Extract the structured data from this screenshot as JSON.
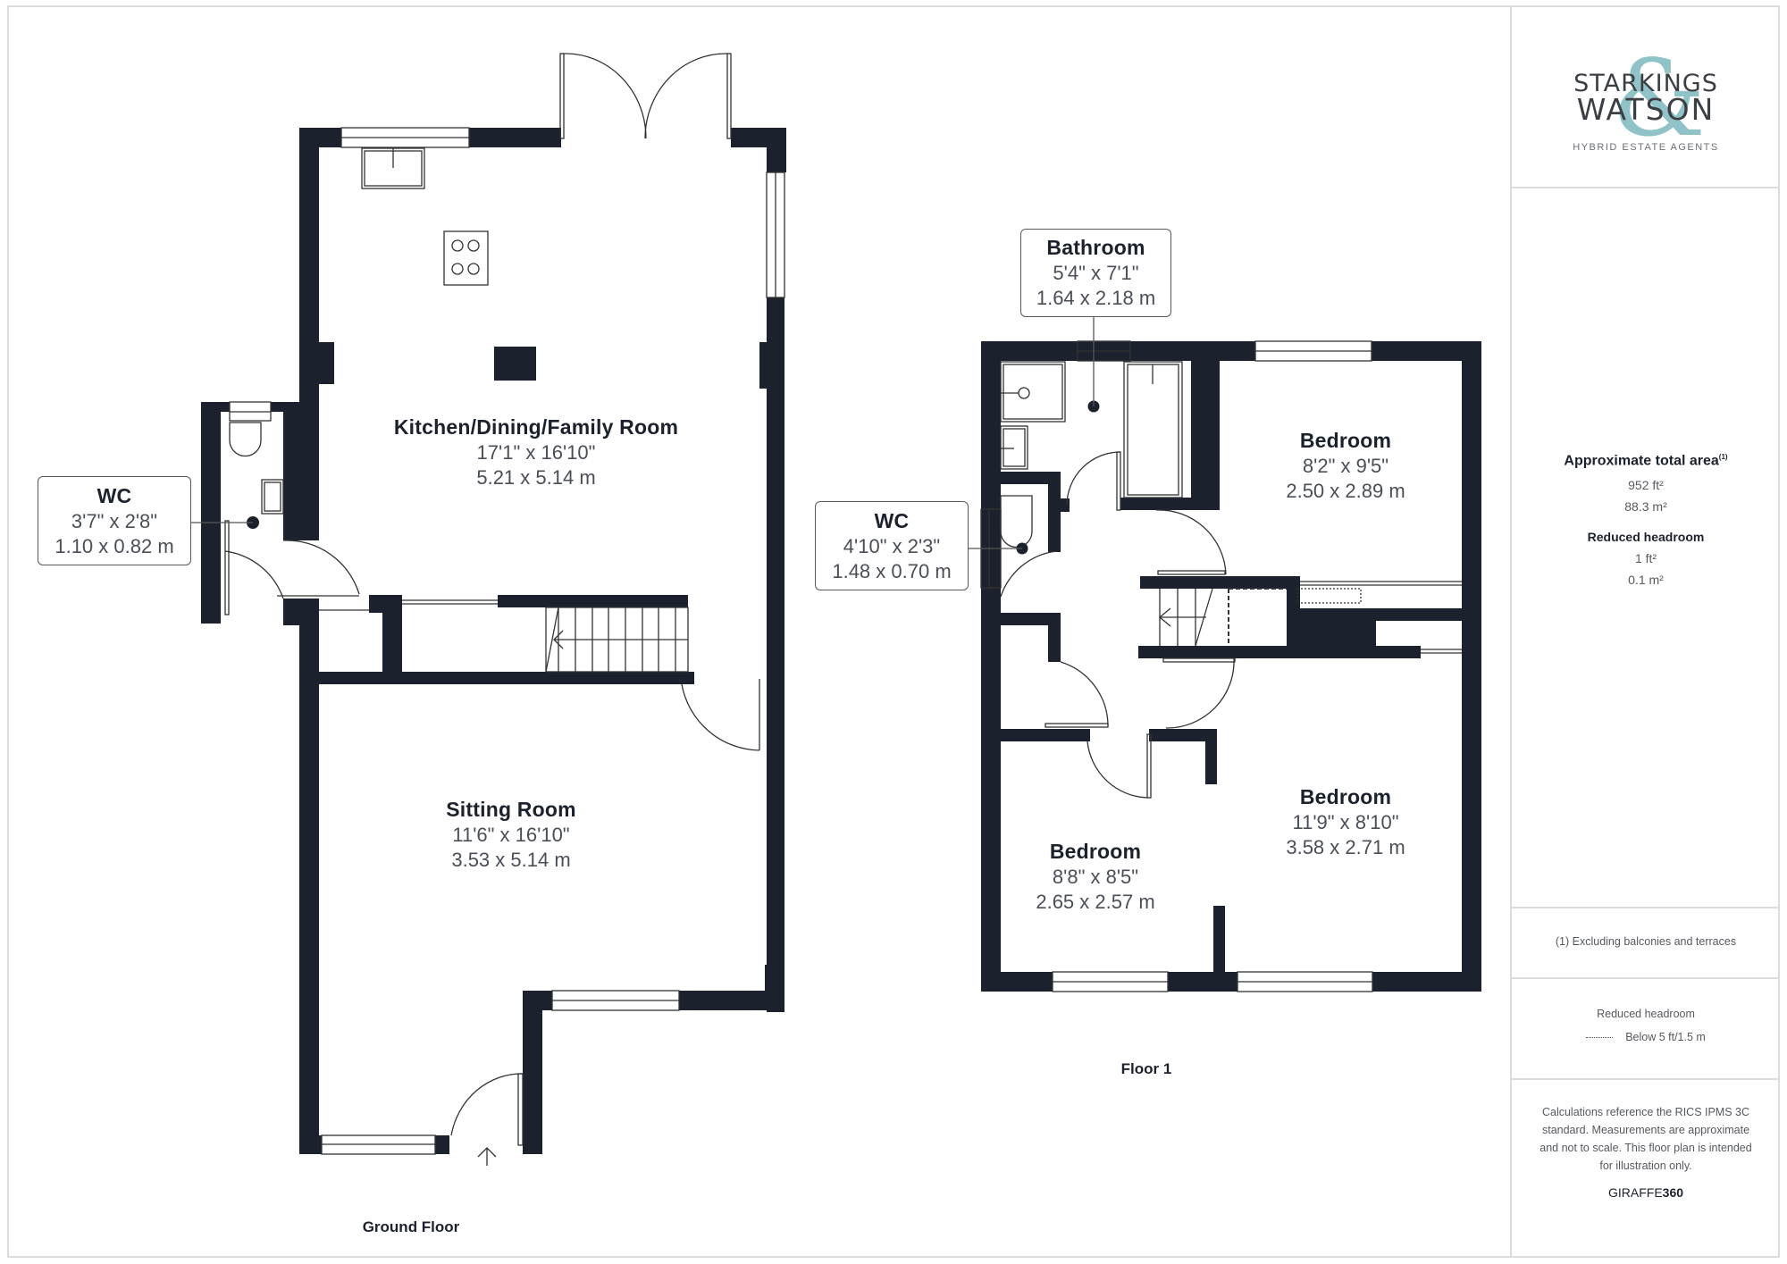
{
  "colors": {
    "wall": "#1b222d",
    "logo_amp": "#8fc3c7",
    "text_dim": "#4a4f57",
    "border": "#dcdcdc"
  },
  "ground_floor": {
    "title": "Ground Floor",
    "rooms": [
      {
        "name": "Kitchen/Dining/Family Room",
        "imperial": "17'1\" x 16'10\"",
        "metric": "5.21 x 5.14 m"
      },
      {
        "name": "Sitting Room",
        "imperial": "11'6\" x 16'10\"",
        "metric": "3.53 x 5.14 m"
      },
      {
        "name": "WC",
        "imperial": "3'7\" x 2'8\"",
        "metric": "1.10 x 0.82 m"
      }
    ]
  },
  "first_floor": {
    "title": "Floor 1",
    "rooms": [
      {
        "name": "Bathroom",
        "imperial": "5'4\" x 7'1\"",
        "metric": "1.64 x 2.18 m"
      },
      {
        "name": "WC",
        "imperial": "4'10\" x 2'3\"",
        "metric": "1.48 x 0.70 m"
      },
      {
        "name": "Bedroom",
        "imperial": "8'2\" x 9'5\"",
        "metric": "2.50 x 2.89 m"
      },
      {
        "name": "Bedroom",
        "imperial": "11'9\" x 8'10\"",
        "metric": "3.58 x 2.71 m"
      },
      {
        "name": "Bedroom",
        "imperial": "8'8\" x 8'5\"",
        "metric": "2.65 x 2.57 m"
      }
    ]
  },
  "panel": {
    "logo": {
      "line1": "STARKINGS",
      "line2": "WATSON",
      "amp": "&",
      "tagline": "HYBRID ESTATE AGENTS"
    },
    "area": {
      "title": "Approximate total area",
      "footnote_mark": "(1)",
      "sqft": "952 ft²",
      "sqm": "88.3 m²"
    },
    "reduced": {
      "title": "Reduced headroom",
      "sqft": "1 ft²",
      "sqm": "0.1 m²"
    },
    "footnote": "(1) Excluding balconies and terraces",
    "legend": {
      "title": "Reduced headroom",
      "item": "Below 5 ft/1.5 m",
      "icon": "dotted-line"
    },
    "disclaimer": "Calculations reference the RICS IPMS 3C standard. Measurements are approximate and not to scale. This floor plan is intended for illustration only.",
    "brand": {
      "prefix": "GIRAFFE",
      "suffix": "360"
    }
  }
}
